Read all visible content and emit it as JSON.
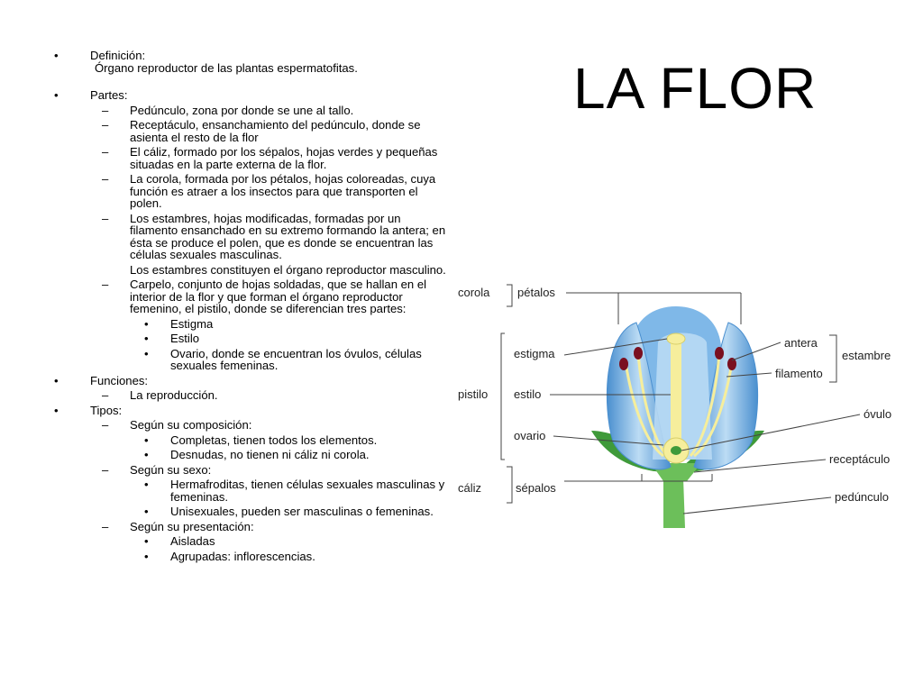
{
  "title": "LA FLOR",
  "outline": {
    "definicion": {
      "label": "Definición:",
      "text": "Órgano reproductor de las plantas espermatofitas."
    },
    "partes": {
      "label": "Partes:",
      "items": [
        "Pedúnculo, zona por donde se une al tallo.",
        "Receptáculo, ensanchamiento del pedúnculo, donde se asienta el resto de la flor",
        "El cáliz, formado por los sépalos, hojas verdes y pequeñas situadas en la parte externa de la flor.",
        "La corola, formada por los pétalos, hojas coloreadas, cuya función es atraer a los insectos para que transporten el polen.",
        "Los estambres, hojas modificadas, formadas por un filamento ensanchado en su extremo formando la antera; en ésta se produce el polen, que es donde se encuentran las células sexuales masculinas.",
        "Los estambres constituyen el órgano reproductor masculino.",
        "Carpelo, conjunto de hojas soldadas, que se hallan en el interior de la flor y que forman el órgano reproductor femenino, el pistilo, donde se diferencian tres partes:"
      ],
      "carpelo_partes": [
        "Estigma",
        "Estilo",
        "Ovario, donde se encuentran los óvulos, células sexuales femeninas."
      ]
    },
    "funciones": {
      "label": "Funciones:",
      "items": [
        "La reproducción."
      ]
    },
    "tipos": {
      "label": "Tipos:",
      "composicion": {
        "label": "Según su composición:",
        "items": [
          "Completas, tienen todos los elementos.",
          "Desnudas, no tienen ni cáliz ni corola."
        ]
      },
      "sexo": {
        "label": "Según su sexo:",
        "items": [
          "Hermafroditas, tienen células sexuales masculinas y femeninas.",
          "Unisexuales, pueden ser masculinas o femeninas."
        ]
      },
      "presentacion": {
        "label": "Según su presentación:",
        "items": [
          "Aisladas",
          "Agrupadas: inflorescencias."
        ]
      }
    },
    "bullet": "•",
    "dash": "–"
  },
  "diagram": {
    "labels": {
      "corola": "corola",
      "petalos": "pétalos",
      "estigma": "estigma",
      "pistilo": "pistilo",
      "estilo": "estilo",
      "ovario": "ovario",
      "caliz": "cáliz",
      "sepalos": "sépalos",
      "antera": "antera",
      "estambre": "estambre",
      "filamento": "filamento",
      "ovulo": "óvulo",
      "receptaculo": "receptáculo",
      "pedunculo": "pedúnculo"
    },
    "colors": {
      "petal_light": "#bcdcf4",
      "petal_mid": "#7fb8e8",
      "petal_dark": "#4a8fcf",
      "sepal": "#3f9a3a",
      "stem": "#6cbf5a",
      "style_yellow": "#f6ee9c",
      "anther": "#7a1020",
      "line": "#444444"
    }
  }
}
